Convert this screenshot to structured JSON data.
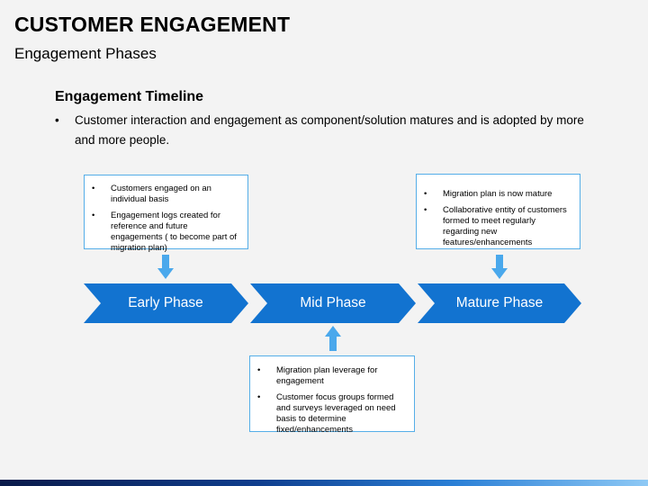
{
  "header": {
    "title": "CUSTOMER ENGAGEMENT",
    "subtitle": "Engagement Phases"
  },
  "section": {
    "heading": "Engagement Timeline",
    "bullet": "•",
    "intro": "Customer interaction and engagement as component/solution matures and is adopted by more and more people."
  },
  "phases": [
    {
      "label": "Early Phase"
    },
    {
      "label": "Mid Phase"
    },
    {
      "label": "Mature Phase"
    }
  ],
  "callouts": {
    "early": [
      "Customers engaged on an individual basis",
      "Engagement logs created for reference and future engagements ( to become part of migration plan)"
    ],
    "mid": [
      "Migration plan leverage for engagement",
      "Customer focus groups formed and surveys leveraged on need basis to determine fixed/enhancements"
    ],
    "mature": [
      "Migration plan is now mature",
      "Collaborative entity of customers formed to meet regularly regarding new features/enhancements"
    ]
  },
  "colors": {
    "phase_fill": "#1273d0",
    "arrow_fill": "#4aa8ec",
    "callout_border": "#55aee8"
  }
}
